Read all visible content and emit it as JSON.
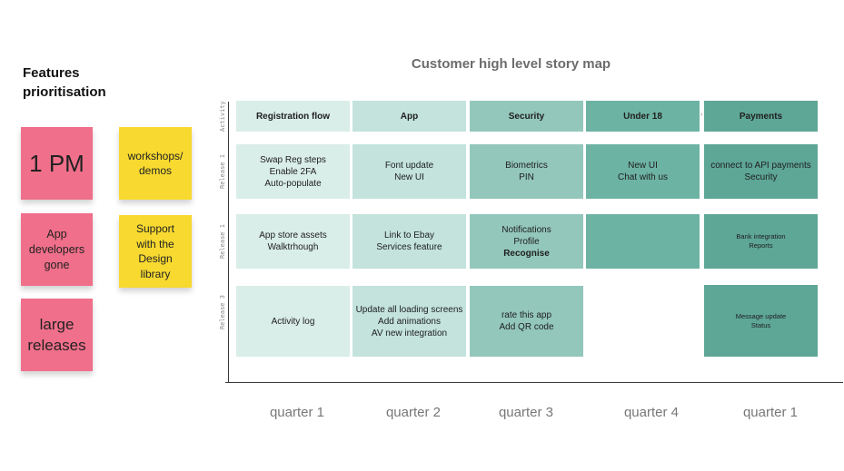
{
  "features": {
    "title_lines": [
      "Features",
      "prioritisation"
    ],
    "notes": [
      {
        "lines": [
          "1 PM"
        ]
      },
      {
        "lines": [
          "workshops/",
          "demos"
        ]
      },
      {
        "lines": [
          "App",
          "developers",
          "gone"
        ]
      },
      {
        "lines": [
          "Support",
          "with the",
          "Design",
          "library"
        ]
      },
      {
        "lines": [
          "large",
          "releases"
        ]
      }
    ]
  },
  "map": {
    "title": "Customer high level story map",
    "row_labels": [
      "Activity",
      "Release 1",
      "Release 1",
      "Release 3"
    ],
    "activities": [
      "Registration flow",
      "App",
      "Security",
      "Under 18",
      "Payments"
    ],
    "rows": [
      [
        [
          "Swap Reg steps",
          "Enable 2FA",
          "Auto-populate"
        ],
        [
          "Font update",
          "New UI"
        ],
        [
          "Biometrics",
          "PIN"
        ],
        [
          "New UI",
          "Chat with us"
        ],
        [
          "connect to API payments",
          "Security"
        ]
      ],
      [
        [
          "App store assets",
          "Walktrhough"
        ],
        [
          "Link to Ebay",
          "Services feature"
        ],
        [
          "Notifications",
          "Profile",
          "Recognise"
        ],
        [],
        [
          "Bank integration",
          "Reports"
        ]
      ],
      [
        [
          "Activity log"
        ],
        [
          "Update all loading screens",
          "Add animations",
          "AV new integration"
        ],
        [
          "rate this app",
          "Add QR code"
        ],
        null,
        [
          "Message update",
          "Status"
        ]
      ]
    ],
    "quarters": [
      "quarter 1",
      "quarter 2",
      "quarter 3",
      "quarter 4",
      "quarter 1"
    ]
  }
}
